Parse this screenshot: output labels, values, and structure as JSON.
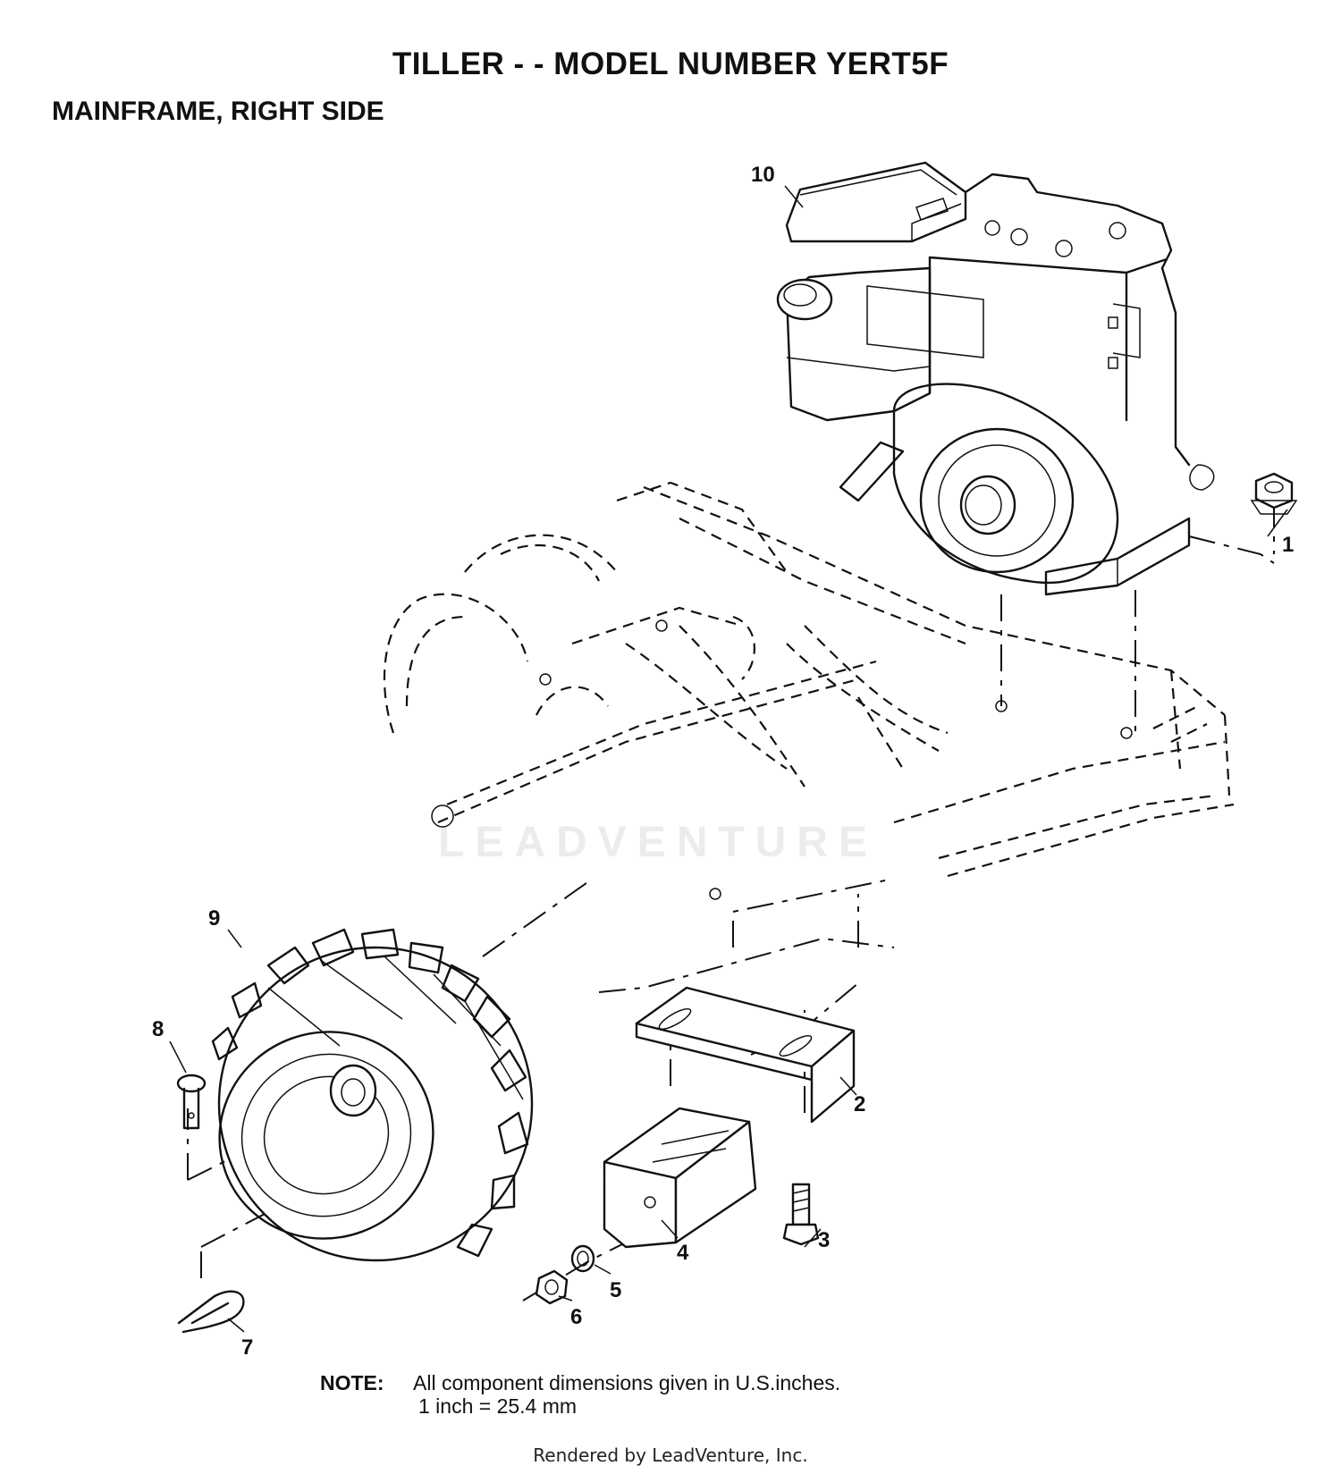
{
  "header": {
    "title": "TILLER - - MODEL NUMBER YERT5F",
    "subtitle": "MAINFRAME, RIGHT SIDE"
  },
  "callouts": [
    "1",
    "2",
    "3",
    "4",
    "5",
    "6",
    "7",
    "8",
    "9",
    "10"
  ],
  "watermark": "LEADVENTURE",
  "note": {
    "label": "NOTE:",
    "line1": "All component dimensions given in U.S.inches.",
    "line2": "1 inch = 25.4 mm"
  },
  "footer": "Rendered by LeadVenture, Inc."
}
